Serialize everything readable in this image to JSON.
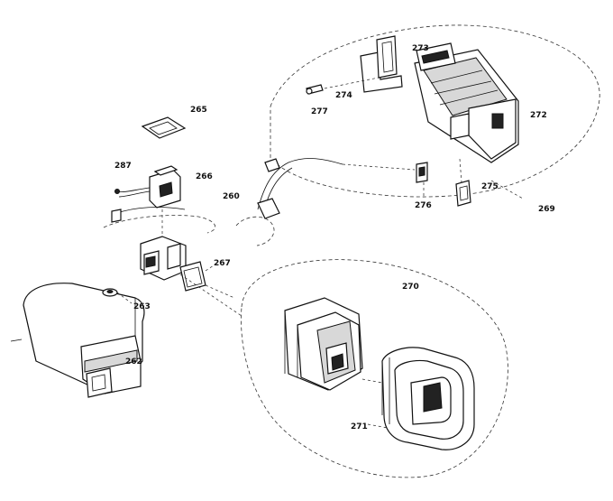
{
  "diagram": {
    "callouts": [
      {
        "id": "273",
        "label": "273"
      },
      {
        "id": "274",
        "label": "274"
      },
      {
        "id": "277",
        "label": "277"
      },
      {
        "id": "272",
        "label": "272"
      },
      {
        "id": "265",
        "label": "265"
      },
      {
        "id": "287",
        "label": "287"
      },
      {
        "id": "266",
        "label": "266"
      },
      {
        "id": "260",
        "label": "260"
      },
      {
        "id": "276",
        "label": "276"
      },
      {
        "id": "275",
        "label": "275"
      },
      {
        "id": "269",
        "label": "269"
      },
      {
        "id": "267",
        "label": "267"
      },
      {
        "id": "270",
        "label": "270"
      },
      {
        "id": "263",
        "label": "263"
      },
      {
        "id": "262",
        "label": "262"
      },
      {
        "id": "271",
        "label": "271"
      }
    ]
  }
}
